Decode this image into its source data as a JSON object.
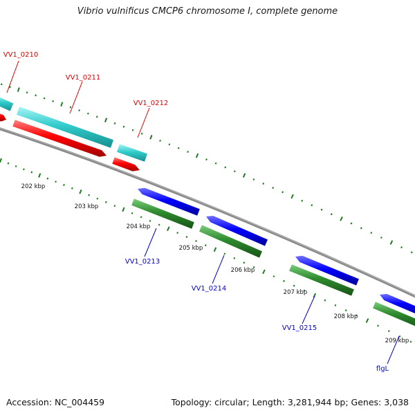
{
  "title": "Vibrio vulnificus CMCP6 chromosome I, complete genome",
  "footer": {
    "accession": "Accession: NC_004459",
    "summary": "Topology: circular; Length: 3,281,944 bp; Genes: 3,038"
  },
  "kbp_labels": [
    "202 kbp",
    "203 kbp",
    "204 kbp",
    "205 kbp",
    "206 kbp",
    "207 kbp",
    "208 kbp",
    "209 kbp"
  ],
  "genes": {
    "forward": [
      "VV1_0210",
      "VV1_0211",
      "VV1_0212"
    ],
    "reverse": [
      "VV1_0213",
      "VV1_0214",
      "VV1_0215",
      "flgL"
    ]
  },
  "colors": {
    "forward_label": "#dd0000",
    "reverse_label": "#0000cc",
    "cds_forward": "#ff0000",
    "cds_reverse": "#0000ff",
    "gene_forward": "#33cccc",
    "gene_reverse": "#2e8b2e",
    "backbone": "#888888",
    "tick": "#1f7a1f"
  }
}
